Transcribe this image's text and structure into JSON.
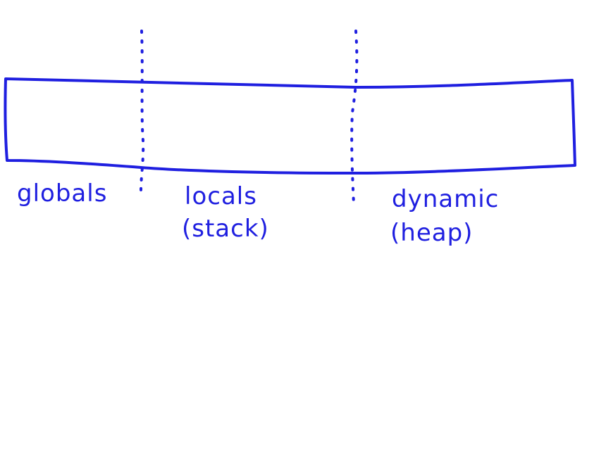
{
  "diagram": {
    "stroke_color": "#1f1fe0",
    "regions": [
      {
        "id": "globals",
        "label": "globals"
      },
      {
        "id": "locals",
        "label": "locals",
        "sublabel": "(stack)"
      },
      {
        "id": "dynamic",
        "label": "dynamic",
        "sublabel": "(heap)"
      }
    ],
    "dividers": [
      "dashed",
      "dashed"
    ]
  }
}
